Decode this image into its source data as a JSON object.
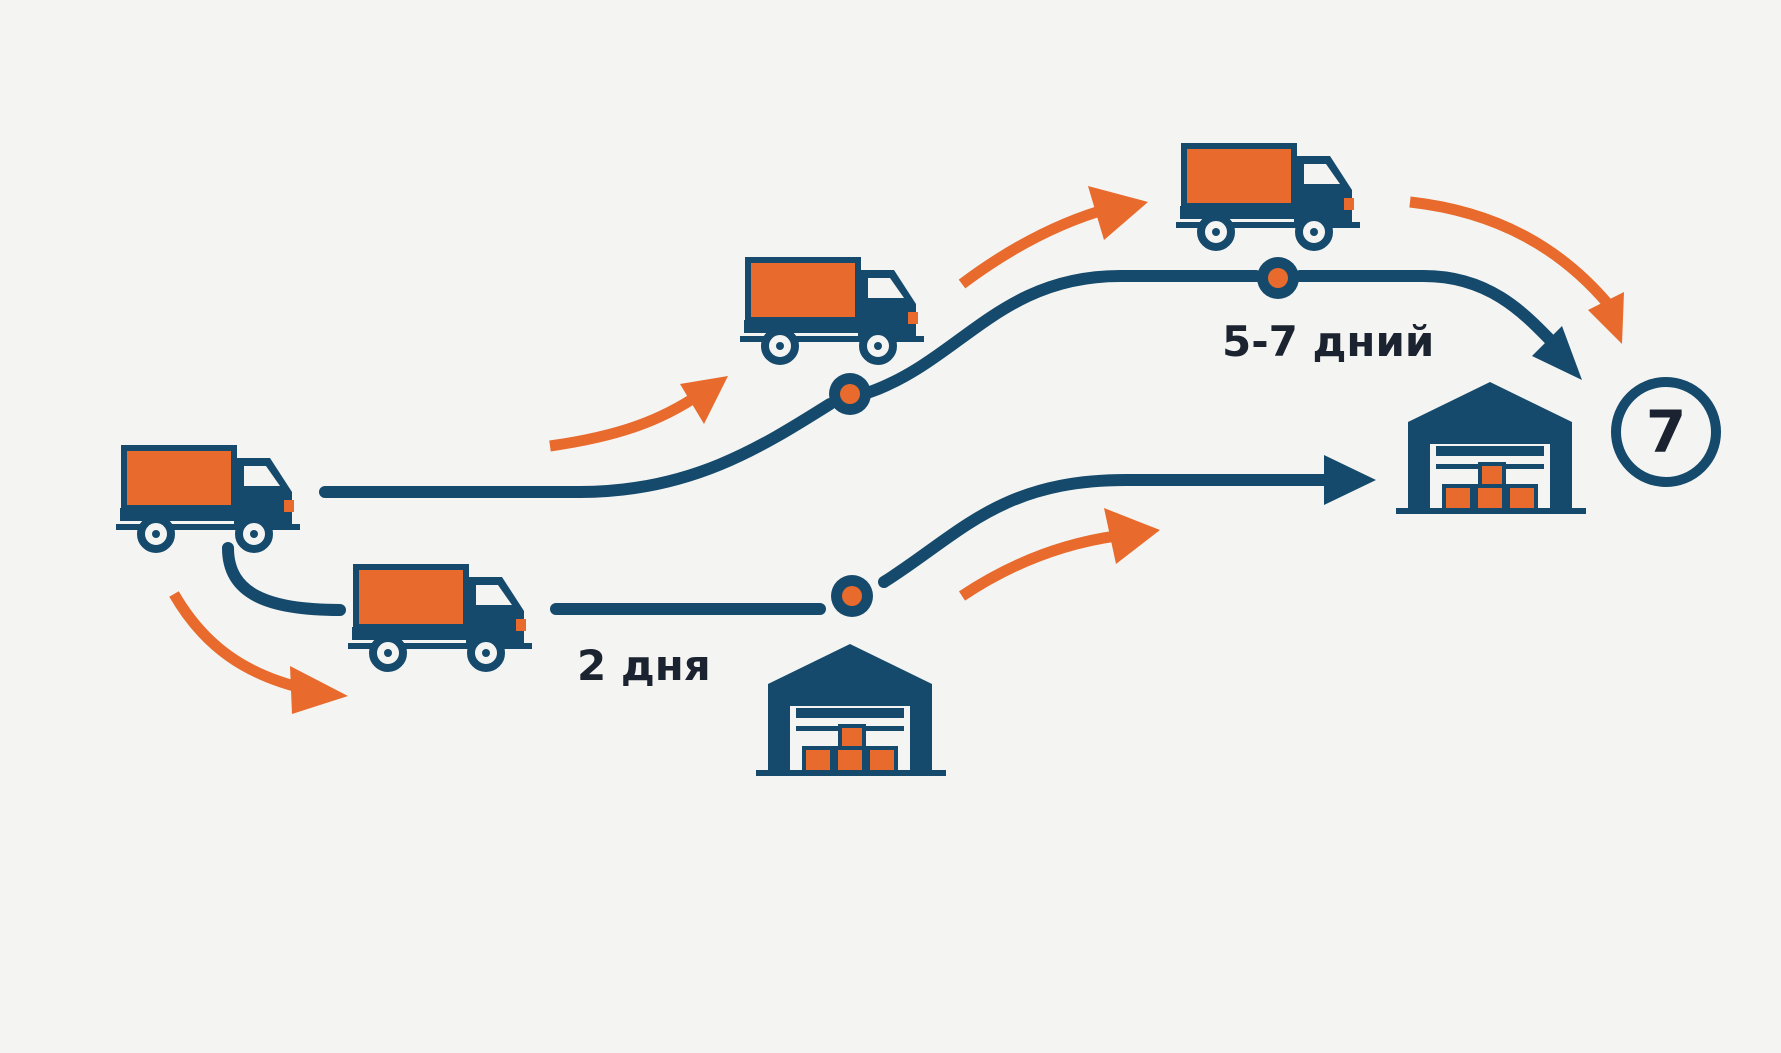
{
  "colors": {
    "background": "#f4f4f2",
    "route": "#154a6c",
    "accent": "#e86a2c",
    "text": "#1c2330"
  },
  "icons": {
    "truck": "truck-icon",
    "warehouse": "warehouse-icon",
    "arrow": "arrow-icon"
  },
  "labels": {
    "fast_route": "2 дня",
    "slow_route": "5-7 дний",
    "badge": "7"
  }
}
